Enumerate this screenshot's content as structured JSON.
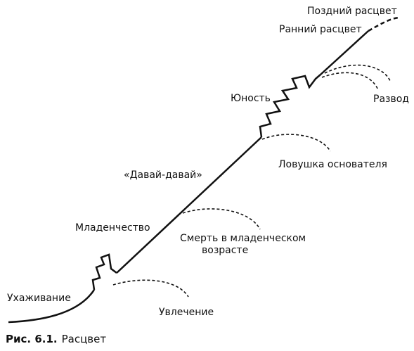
{
  "labels": {
    "courtship": "Ухаживание",
    "infancy": "Младенчество",
    "gogo": "«Давай-давай»",
    "adolescence": "Юность",
    "prime_early": "Ранний расцвет",
    "prime_late": "Поздний расцвет",
    "affair": "Увлечение",
    "infant_mortality_line1": "Смерть в младенческом",
    "infant_mortality_line2": "возрасте",
    "founder_trap": "Ловушка основателя",
    "divorce": "Развод"
  },
  "caption": {
    "number": "Рис. 6.1.",
    "text": "Расцвет"
  },
  "colors": {
    "ink": "#111111",
    "background": "#ffffff"
  }
}
